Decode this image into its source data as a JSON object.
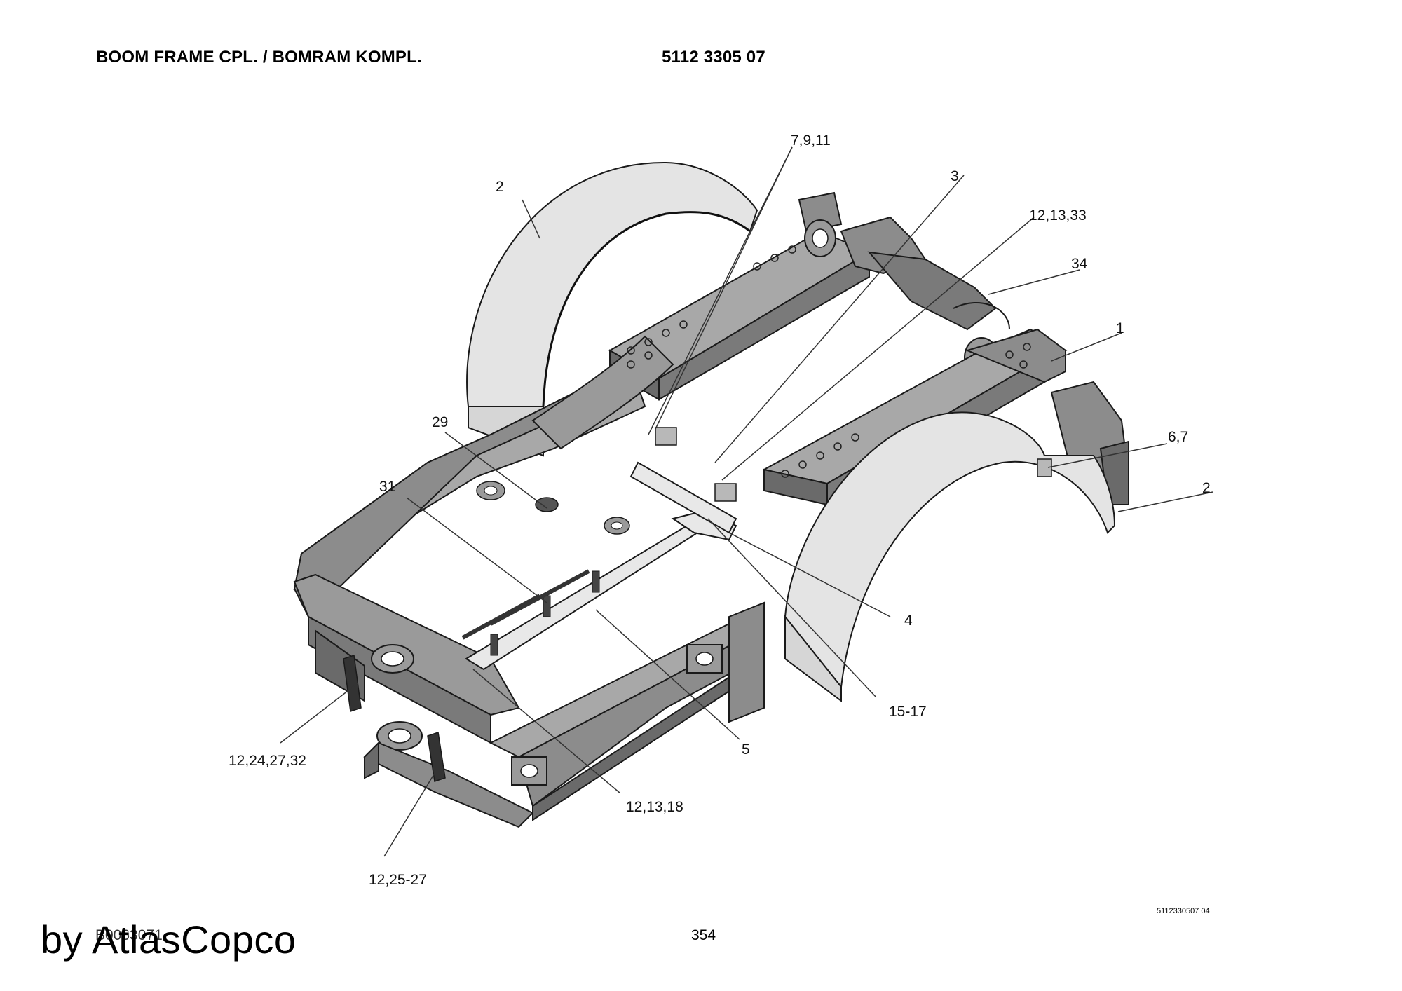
{
  "header": {
    "title": "BOOM FRAME CPL. / BOMRAM KOMPL.",
    "part_number": "5112 3305 07"
  },
  "callouts": [
    {
      "id": "c-7-9-11",
      "text": "7,9,11"
    },
    {
      "id": "c-2-left",
      "text": "2"
    },
    {
      "id": "c-3",
      "text": "3"
    },
    {
      "id": "c-12-13-33",
      "text": "12,13,33"
    },
    {
      "id": "c-34",
      "text": "34"
    },
    {
      "id": "c-1",
      "text": "1"
    },
    {
      "id": "c-6-7",
      "text": "6,7"
    },
    {
      "id": "c-2-right",
      "text": "2"
    },
    {
      "id": "c-29",
      "text": "29"
    },
    {
      "id": "c-31",
      "text": "31"
    },
    {
      "id": "c-4",
      "text": "4"
    },
    {
      "id": "c-15-17",
      "text": "15-17"
    },
    {
      "id": "c-5",
      "text": "5"
    },
    {
      "id": "c-12-24-27-32",
      "text": "12,24,27,32"
    },
    {
      "id": "c-12-13-18",
      "text": "12,13,18"
    },
    {
      "id": "c-12-25-27",
      "text": "12,25-27"
    }
  ],
  "footer": {
    "drawing_code": "B0063071",
    "brand": "by AtlasCopco",
    "page_number": "354",
    "image_ref": "5112330507 04"
  },
  "colors": {
    "frame": "#8c8c8c",
    "frame_dark": "#5e5e5e",
    "frame_light": "#a8a8a8",
    "fender": "#e4e4e4",
    "outline": "#1a1a1a",
    "leader": "#333333"
  }
}
